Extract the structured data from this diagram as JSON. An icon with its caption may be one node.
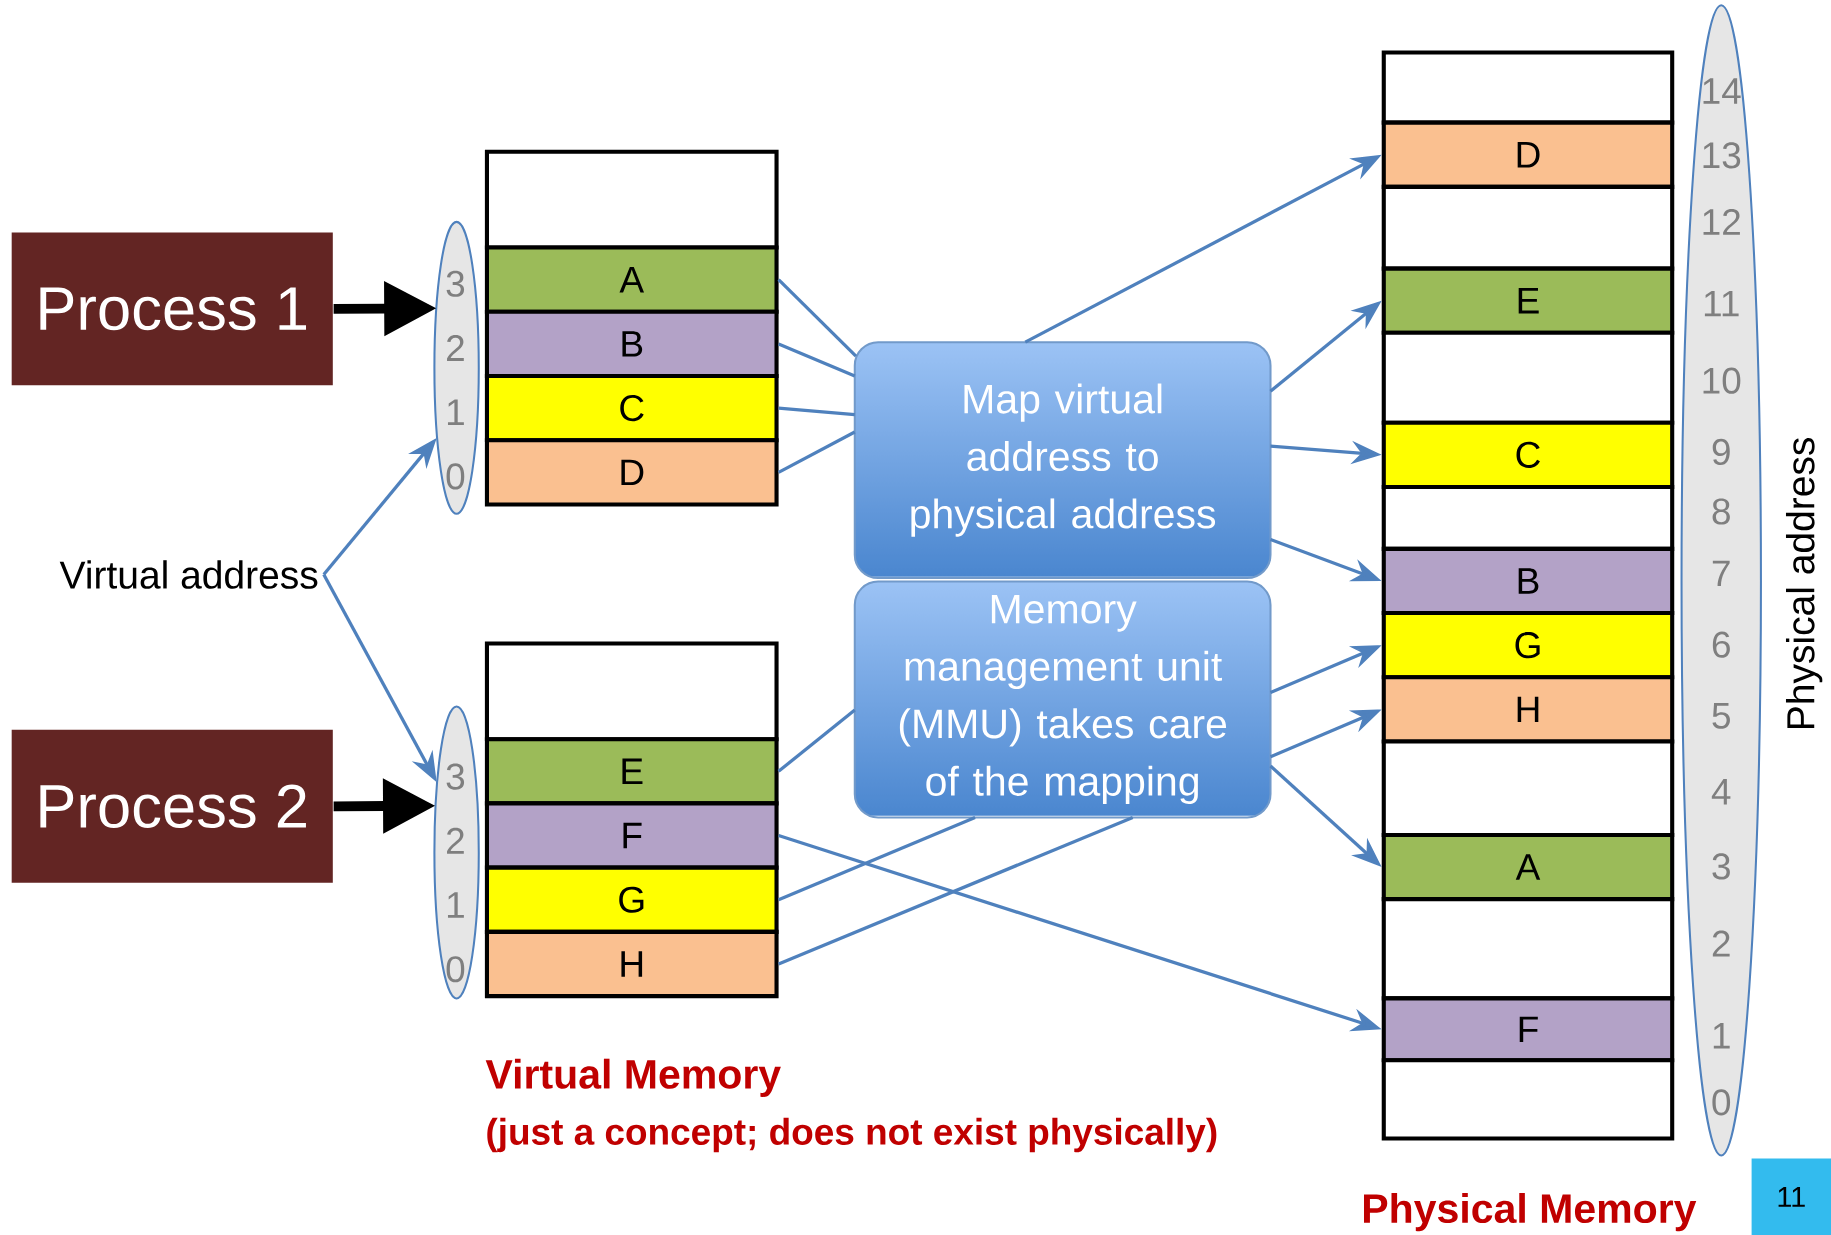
{
  "diagram": {
    "nodes": [
      {
        "text": [
          "Process 1"
        ]
      },
      {
        "text": [
          "Process 2"
        ]
      },
      {
        "text": [
          "Virtual address"
        ]
      },
      {
        "text": [
          "3",
          "2",
          "1",
          "0"
        ]
      },
      {
        "text": [
          "3",
          "2",
          "1",
          "0"
        ]
      },
      {
        "text": [],
        "shape": "box"
      },
      {
        "text": [
          "A"
        ]
      },
      {
        "text": [
          "B"
        ]
      },
      {
        "text": [
          "C"
        ]
      },
      {
        "text": [
          "D"
        ]
      },
      {
        "text": [],
        "shape": "box"
      },
      {
        "text": [
          "E"
        ]
      },
      {
        "text": [
          "F"
        ]
      },
      {
        "text": [
          "G"
        ]
      },
      {
        "text": [
          "H"
        ]
      },
      {
        "text": [
          "Map virtual address to physical address"
        ]
      },
      {
        "text": [
          "Memory management unit (MMU) takes care of the mapping"
        ]
      },
      {
        "text": [],
        "shape": "box"
      },
      {
        "text": [
          "D"
        ]
      },
      {
        "text": [],
        "shape": "box"
      },
      {
        "text": [
          "E"
        ]
      },
      {
        "text": [],
        "shape": "box"
      },
      {
        "text": [
          "C"
        ]
      },
      {
        "text": [],
        "shape": "box"
      },
      {
        "text": [
          "B"
        ]
      },
      {
        "text": [
          "G"
        ]
      },
      {
        "text": [
          "H"
        ]
      },
      {
        "text": [],
        "shape": "box"
      },
      {
        "text": [
          "A"
        ]
      },
      {
        "text": [],
        "shape": "box"
      },
      {
        "text": [
          "F"
        ]
      },
      {
        "text": [],
        "shape": "box"
      },
      {
        "text": [
          "14",
          "13",
          "12",
          "11",
          "10",
          "9",
          "8",
          "7",
          "6",
          "5",
          "4",
          "3",
          "2",
          "1",
          "0"
        ]
      }
    ],
    "edges": [
      {
        "from": 0,
        "to": 3,
        "arrow": "to",
        "style": "thick",
        "color": "#000000"
      },
      {
        "from": 1,
        "to": 4,
        "arrow": "to",
        "style": "thick",
        "color": "#000000"
      },
      {
        "from": 2,
        "to": 3,
        "arrow": "to"
      },
      {
        "from": 2,
        "to": 4,
        "arrow": "to"
      },
      {
        "from": 6,
        "to": 15,
        "arrow": "none"
      },
      {
        "from": 7,
        "to": 15,
        "arrow": "none"
      },
      {
        "from": 8,
        "to": 15,
        "arrow": "none"
      },
      {
        "from": 9,
        "to": 15,
        "arrow": "none"
      },
      {
        "from": 11,
        "to": 16,
        "arrow": "none"
      },
      {
        "from": 12,
        "to": 30,
        "arrow": "to"
      },
      {
        "from": 13,
        "to": 16,
        "arrow": "none"
      },
      {
        "from": 14,
        "to": 16,
        "arrow": "none"
      },
      {
        "from": 15,
        "to": 18,
        "arrow": "to"
      },
      {
        "from": 15,
        "to": 20,
        "arrow": "to"
      },
      {
        "from": 15,
        "to": 22,
        "arrow": "to"
      },
      {
        "from": 15,
        "to": 24,
        "arrow": "to"
      },
      {
        "from": 16,
        "to": 25,
        "arrow": "to"
      },
      {
        "from": 16,
        "to": 26,
        "arrow": "to"
      },
      {
        "from": 16,
        "to": 28,
        "arrow": "to"
      }
    ],
    "labels": [
      "Physical address",
      "Virtual Memory",
      "(just a concept; does not exist physically)",
      "Physical Memory",
      "11"
    ]
  }
}
